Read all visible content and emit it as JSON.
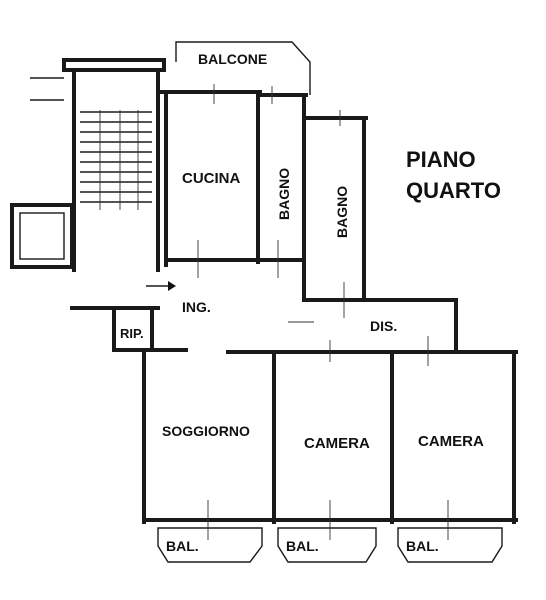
{
  "floor_title": {
    "line1": "PIANO",
    "line2": "QUARTO"
  },
  "rooms": {
    "balcone": "BALCONE",
    "cucina": "CUCINA",
    "bagno_1": "BAGNO",
    "bagno_2": "BAGNO",
    "ingresso": "ING.",
    "ripostiglio": "RIP.",
    "disimpegno": "DIS.",
    "soggiorno": "SOGGIORNO",
    "camera_1": "CAMERA",
    "camera_2": "CAMERA",
    "balcony_1": "BAL.",
    "balcony_2": "BAL.",
    "balcony_3": "BAL."
  }
}
